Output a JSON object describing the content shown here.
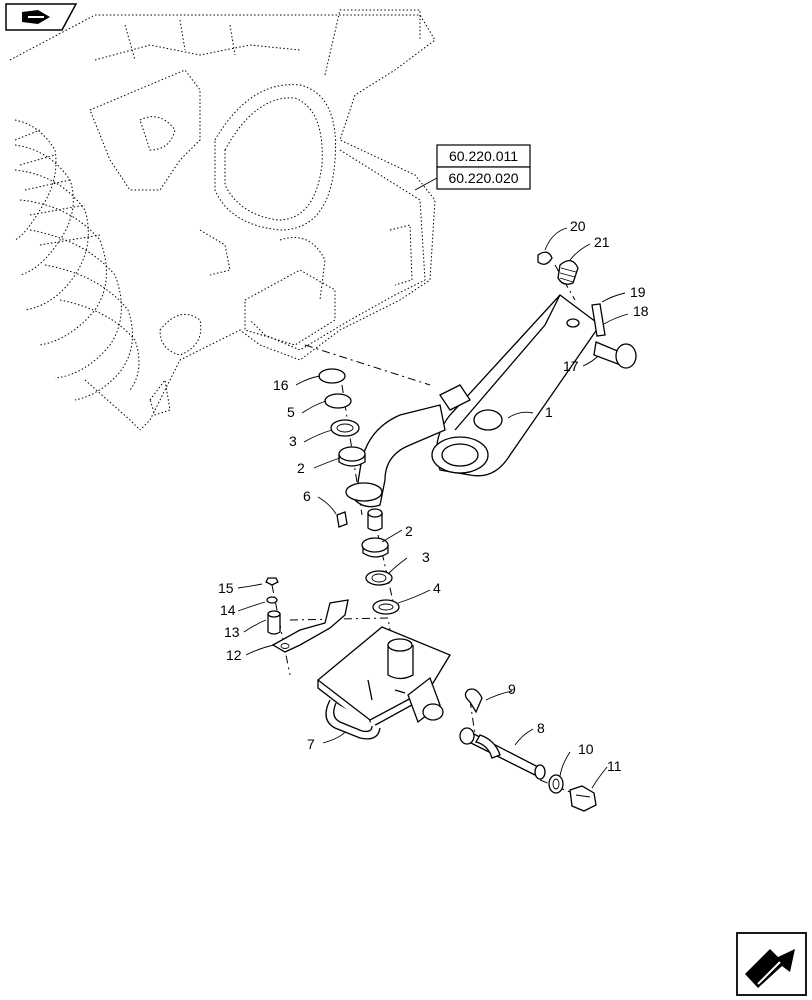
{
  "references": [
    "60.220.011",
    "60.220.020"
  ],
  "callouts": [
    "1",
    "2",
    "2",
    "3",
    "3",
    "4",
    "5",
    "6",
    "7",
    "8",
    "9",
    "10",
    "11",
    "12",
    "13",
    "14",
    "15",
    "16",
    "17",
    "18",
    "19",
    "20",
    "21"
  ],
  "icons": {
    "top_left": "previous-page-icon",
    "bottom_right": "next-page-icon"
  }
}
